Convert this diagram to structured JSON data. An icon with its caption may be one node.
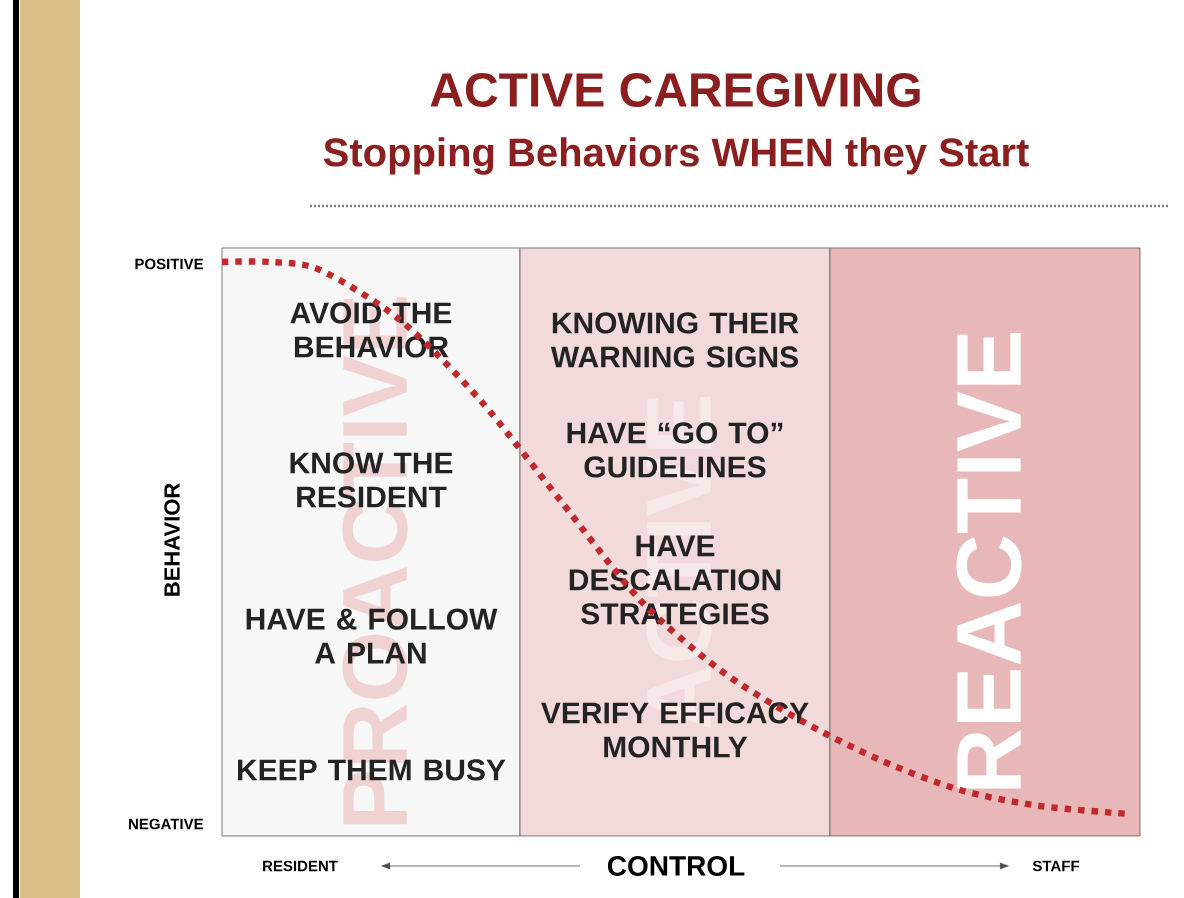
{
  "diagram": {
    "title": "ACTIVE CAREGIVING",
    "nodes": [
      {
        "text": [
          "PROACTIVE",
          "AVOID THE BEHAVIOR",
          "KNOW THE RESIDENT",
          "HAVE & FOLLOW A PLAN",
          "KEEP THEM BUSY"
        ]
      },
      {
        "text": [
          "ACTIVE",
          "KNOWING THEIR WARNING SIGNS",
          "HAVE “GO TO” GUIDELINES",
          "HAVE DESCALATION STRATEGIES",
          "VERIFY EFFICACY MONTHLY"
        ]
      },
      {
        "text": [
          "REACTIVE"
        ]
      }
    ],
    "edges": [],
    "labels": [
      "Stopping Behaviors WHEN they Start",
      "POSITIVE",
      "BEHAVIOR",
      "NEGATIVE",
      "RESIDENT",
      "CONTROL",
      "STAFF"
    ]
  }
}
